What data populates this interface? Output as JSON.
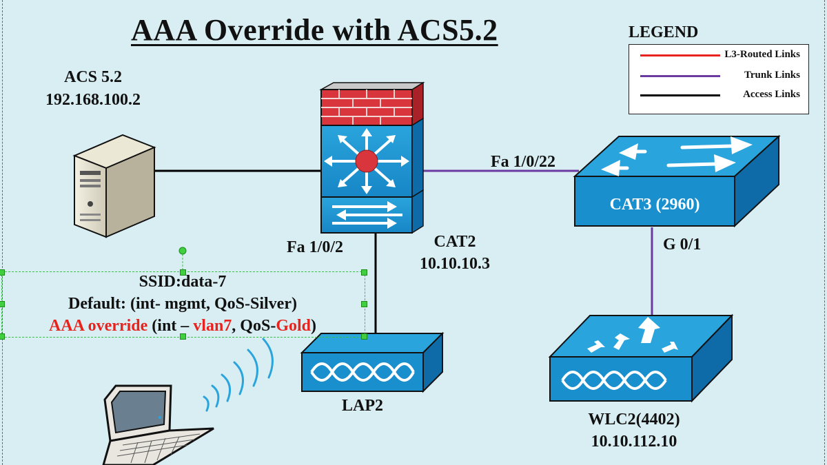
{
  "title": "AAA Override with ACS5.2",
  "legend": {
    "heading": "LEGEND",
    "items": [
      {
        "label": "L3-Routed Links",
        "color": "#e8231e"
      },
      {
        "label": "Trunk Links",
        "color": "#6a3aa0"
      },
      {
        "label": "Access Links",
        "color": "#000000"
      }
    ]
  },
  "acs": {
    "name": "ACS 5.2",
    "ip": "192.168.100.2"
  },
  "cat2": {
    "name": "CAT2",
    "ip": "10.10.10.3",
    "port_to_lap": "Fa 1/0/2",
    "port_to_cat3": "Fa 1/0/22"
  },
  "cat3": {
    "name": "CAT3 (2960)",
    "port_to_wlc": "G 0/1"
  },
  "wlc": {
    "name": "WLC2(4402)",
    "ip": "10.10.112.10"
  },
  "lap": {
    "name": "LAP2"
  },
  "ssid_box": {
    "line1": "SSID:data-7",
    "line2": "Default: (int- mgmt, QoS-Silver)",
    "line3": {
      "p1": "AAA override",
      "p2": " (int – ",
      "p3": "vlan7",
      "p4": ", QoS-",
      "p5": "Gold",
      "p6": ")"
    }
  },
  "colors": {
    "background": "#d9eef2",
    "device_blue": "#1a8fce",
    "firewall_red": "#d9353c"
  }
}
